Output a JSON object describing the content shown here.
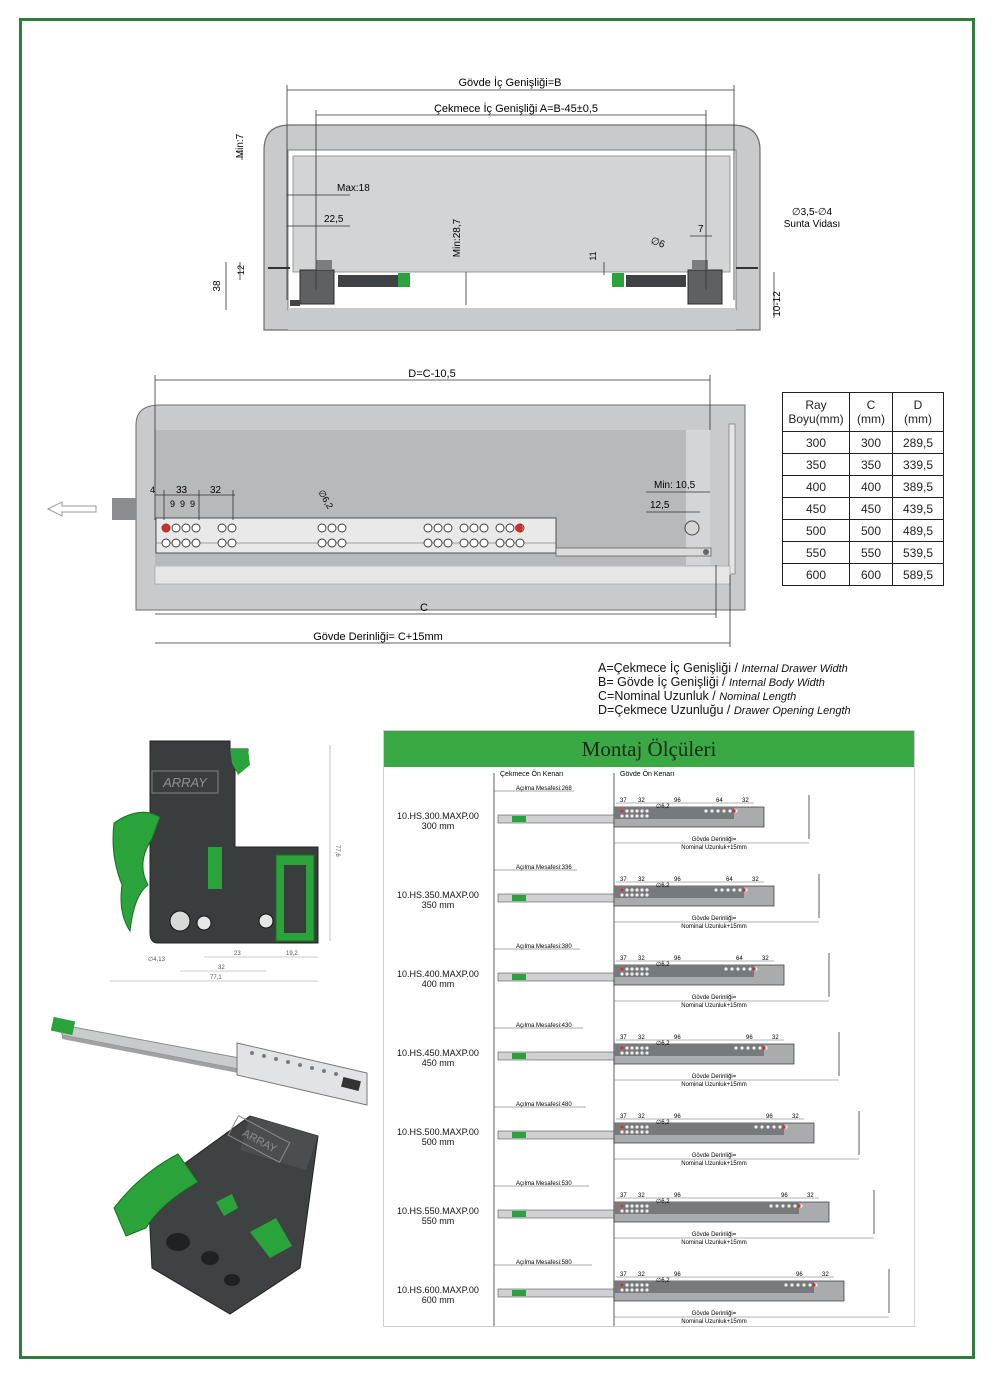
{
  "top_view": {
    "body_width_label": "Gövde İç Genişliği=B",
    "drawer_width_label": "Çekmece İç Genişliği A=B-45±0,5",
    "min7": "Min:7",
    "max18": "Max:18",
    "d22_5": "22,5",
    "min28_7": "Min:28,7",
    "d11": "11",
    "phi6": "∅6",
    "d7": "7",
    "screw_line1": "∅3,5-∅4",
    "screw_line2": "Sunta Vidası",
    "d12": "12",
    "d38": "38",
    "d10_12": "10-12"
  },
  "side_view": {
    "d_label": "D=C-10,5",
    "c_label": "C",
    "depth_label": "Gövde Derinliği= C+15mm",
    "d4": "4",
    "d33": "33",
    "d32": "32",
    "d9a": "9",
    "d9b": "9",
    "d9c": "9",
    "phi62": "∅6,2",
    "min10_5": "Min: 10,5",
    "d12_5": "12,5"
  },
  "spec_table": {
    "headers": [
      [
        "Ray",
        "Boyu(mm)"
      ],
      [
        "C",
        "(mm)"
      ],
      [
        "D",
        "(mm)"
      ]
    ],
    "rows": [
      [
        "300",
        "300",
        "289,5"
      ],
      [
        "350",
        "350",
        "339,5"
      ],
      [
        "400",
        "400",
        "389,5"
      ],
      [
        "450",
        "450",
        "439,5"
      ],
      [
        "500",
        "500",
        "489,5"
      ],
      [
        "550",
        "550",
        "539,5"
      ],
      [
        "600",
        "600",
        "589,5"
      ]
    ]
  },
  "legend": [
    {
      "tr": "A=Çekmece İç Genişliği / ",
      "en": "Internal Drawer Width"
    },
    {
      "tr": "B= Gövde İç  Genişliği / ",
      "en": "Internal Body Width"
    },
    {
      "tr": "C=Nominal Uzunluk / ",
      "en": "Nominal Length"
    },
    {
      "tr": "D=Çekmece Uzunluğu / ",
      "en": "Drawer Opening Length"
    }
  ],
  "clip_drawing": {
    "brand": "ARRAY",
    "dim_height": "77,6",
    "dim_23": "23",
    "dim_19_2": "19,2",
    "dim_32": "32",
    "dim_77_1": "77,1",
    "dim_hole": "∅4,13"
  },
  "montaj": {
    "title": "Montaj Ölçüleri",
    "col_front": "Çekmece Ön Kenarı",
    "col_body": "Gövde Ön Kenarı",
    "depth_text": "Gövde Derinliği=",
    "depth_text2": "Nominal Uzunluk+15mm",
    "d37": "37",
    "d32": "32",
    "phi62": "∅6,2",
    "rows": [
      {
        "code": "10.HS.300.MAXP.00",
        "size": "300 mm",
        "opening": "Açılma Mesafesi:268",
        "d96": "96",
        "d64": "64",
        "d32b": "32"
      },
      {
        "code": "10.HS.350.MAXP.00",
        "size": "350 mm",
        "opening": "Açılma Mesafesi:336",
        "d96": "96",
        "d64": "64",
        "d32b": "32"
      },
      {
        "code": "10.HS.400.MAXP.00",
        "size": "400 mm",
        "opening": "Açılma Mesafesi:380",
        "d96": "96",
        "d64": "64",
        "d32b": "32"
      },
      {
        "code": "10.HS.450.MAXP.00",
        "size": "450 mm",
        "opening": "Açılma Mesafesi:430",
        "d96": "96",
        "d64": "96",
        "d32b": "32"
      },
      {
        "code": "10.HS.500.MAXP.00",
        "size": "500 mm",
        "opening": "Açılma Mesafesi:480",
        "d96": "96",
        "d64": "96",
        "d32b": "32"
      },
      {
        "code": "10.HS.550.MAXP.00",
        "size": "550 mm",
        "opening": "Açılma Mesafesi:530",
        "d96": "96",
        "d64": "96",
        "d32b": "32"
      },
      {
        "code": "10.HS.600.MAXP.00",
        "size": "600 mm",
        "opening": "Açılma Mesafesi:580",
        "d96": "96",
        "d64": "96",
        "d32b": "32"
      }
    ]
  },
  "colors": {
    "frame": "#2f7d3a",
    "header": "#3aa845",
    "clip_green": "#2aa33a",
    "clip_body": "#3a3d3e"
  }
}
